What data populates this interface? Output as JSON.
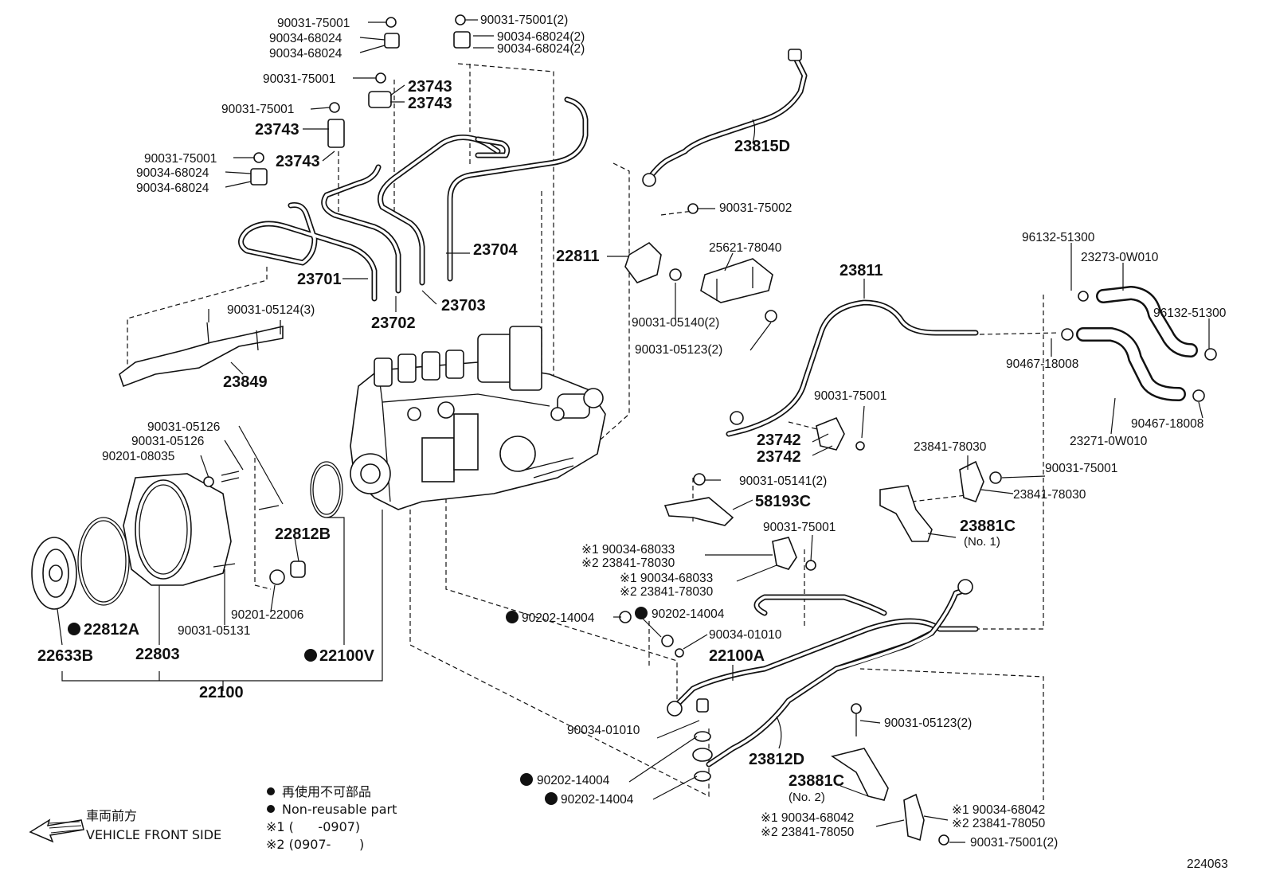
{
  "diagram_id": "224063",
  "labels": {
    "l1": "90031-75001",
    "l2": "90034-68024",
    "l3": "90034-68024",
    "l4": "90031-75001",
    "l5": "23743",
    "l6": "23743",
    "l7": "90031-75001",
    "l8": "23743",
    "l9": "23743",
    "l10": "90031-75001",
    "l11": "90034-68024",
    "l12": "90034-68024",
    "l13": "90031-75001(2)",
    "l14": "90034-68024(2)",
    "l15": "90034-68024(2)",
    "l16": "23815D",
    "l17": "90031-75002",
    "l18": "22811",
    "l19": "25621-78040",
    "l20": "23704",
    "l21": "23701",
    "l22": "23702",
    "l23": "23703",
    "l24": "90031-05124(3)",
    "l25": "23849",
    "l26": "90031-05140(2)",
    "l27": "90031-05123(2)",
    "l28": "23811",
    "l29": "96132-51300",
    "l30": "23273-0W010",
    "l31": "96132-51300",
    "l32": "90467-18008",
    "l33": "90467-18008",
    "l34": "23271-0W010",
    "l35": "90031-75001",
    "l36": "23742",
    "l37": "23742",
    "l38": "23841-78030",
    "l39": "90031-75001",
    "l40": "23841-78030",
    "l41": "90031-05126",
    "l42": "90031-05126",
    "l43": "90201-08035",
    "l44": "22812B",
    "l45": "90031-05141(2)",
    "l46": "58193C",
    "l47": "23881C",
    "l48": "(No. 1)",
    "l49": "90031-75001",
    "l50": "※1 90034-68033",
    "l51": "※2 23841-78030",
    "l52": "※1 90034-68033",
    "l53": "※2 23841-78030",
    "l54": "90201-22006",
    "l55": "90031-05131",
    "l56": "22812A",
    "l57": "22633B",
    "l58": "22803",
    "l59": "22100V",
    "l60": "22100",
    "l61": "90202-14004",
    "l62": "90202-14004",
    "l63": "90034-01010",
    "l64": "22100A",
    "l65": "90034-01010",
    "l66": "90202-14004",
    "l67": "90202-14004",
    "l68": "23812D",
    "l69": "90031-05123(2)",
    "l70": "23881C",
    "l71": "(No. 2)",
    "l72": "※1 90034-68042",
    "l73": "※2 23841-78050",
    "l74": "※1 90034-68042",
    "l75": "※2 23841-78050",
    "l76": "90031-75001(2)"
  },
  "legend": {
    "non_reusable_jp": "再使用不可部品",
    "non_reusable_en": "Non-reusable part",
    "note1": "※1 (      -0907)",
    "note2": "※2 (0907-       )"
  },
  "direction": {
    "jp": "車両前方",
    "en": "VEHICLE FRONT SIDE"
  }
}
